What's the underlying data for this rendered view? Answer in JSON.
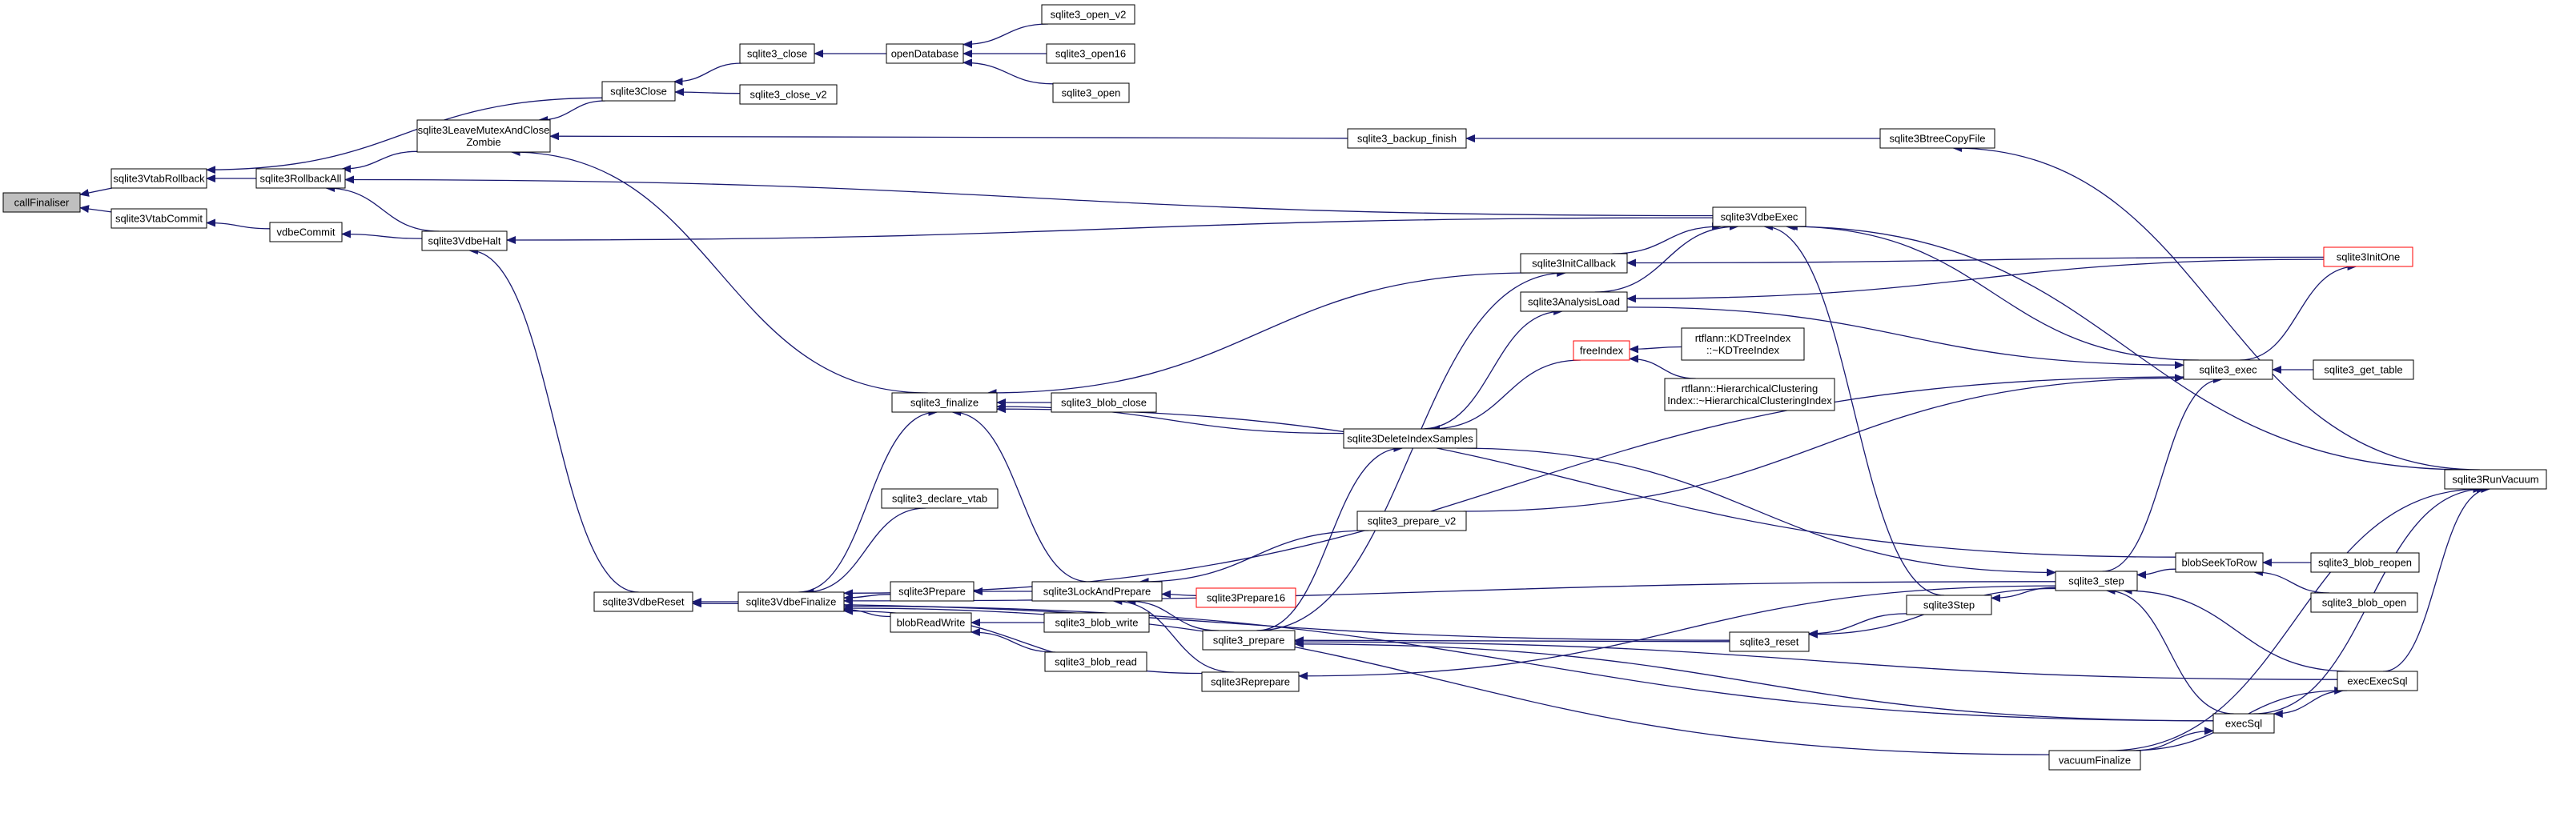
{
  "graph": {
    "colors": {
      "edge": "#191970",
      "node_border": "#000000",
      "node_fill": "#ffffff",
      "root_fill": "#bfbfbf",
      "highlight_border": "#ff0000"
    },
    "nodes": [
      {
        "id": "callFinaliser",
        "lines": [
          "callFinaliser"
        ],
        "style": "root"
      },
      {
        "id": "sqlite3VtabRollback",
        "lines": [
          "sqlite3VtabRollback"
        ]
      },
      {
        "id": "sqlite3VtabCommit",
        "lines": [
          "sqlite3VtabCommit"
        ]
      },
      {
        "id": "sqlite3RollbackAll",
        "lines": [
          "sqlite3RollbackAll"
        ]
      },
      {
        "id": "vdbeCommit",
        "lines": [
          "vdbeCommit"
        ]
      },
      {
        "id": "sqlite3Close",
        "lines": [
          "sqlite3Close"
        ]
      },
      {
        "id": "sqlite3LeaveMutexAndCloseZombie",
        "lines": [
          "sqlite3LeaveMutexAndClose",
          "Zombie"
        ]
      },
      {
        "id": "sqlite3VdbeHalt",
        "lines": [
          "sqlite3VdbeHalt"
        ]
      },
      {
        "id": "sqlite3_close",
        "lines": [
          "sqlite3_close"
        ]
      },
      {
        "id": "sqlite3_close_v2",
        "lines": [
          "sqlite3_close_v2"
        ]
      },
      {
        "id": "openDatabase",
        "lines": [
          "openDatabase"
        ]
      },
      {
        "id": "sqlite3_open_v2",
        "lines": [
          "sqlite3_open_v2"
        ]
      },
      {
        "id": "sqlite3_open16",
        "lines": [
          "sqlite3_open16"
        ]
      },
      {
        "id": "sqlite3_open",
        "lines": [
          "sqlite3_open"
        ]
      },
      {
        "id": "sqlite3_backup_finish",
        "lines": [
          "sqlite3_backup_finish"
        ]
      },
      {
        "id": "sqlite3BtreeCopyFile",
        "lines": [
          "sqlite3BtreeCopyFile"
        ]
      },
      {
        "id": "sqlite3VdbeExec",
        "lines": [
          "sqlite3VdbeExec"
        ]
      },
      {
        "id": "sqlite3InitCallback",
        "lines": [
          "sqlite3InitCallback"
        ]
      },
      {
        "id": "sqlite3AnalysisLoad",
        "lines": [
          "sqlite3AnalysisLoad"
        ]
      },
      {
        "id": "sqlite3InitOne",
        "lines": [
          "sqlite3InitOne"
        ],
        "style": "red"
      },
      {
        "id": "freeIndex",
        "lines": [
          "freeIndex"
        ],
        "style": "red"
      },
      {
        "id": "KDTreeIndex",
        "lines": [
          "rtflann::KDTreeIndex",
          "::~KDTreeIndex"
        ]
      },
      {
        "id": "HierClustIndex",
        "lines": [
          "rtflann::HierarchicalClustering",
          "Index::~HierarchicalClusteringIndex"
        ]
      },
      {
        "id": "sqlite3_exec",
        "lines": [
          "sqlite3_exec"
        ]
      },
      {
        "id": "sqlite3_get_table",
        "lines": [
          "sqlite3_get_table"
        ]
      },
      {
        "id": "sqlite3RunVacuum",
        "lines": [
          "sqlite3RunVacuum"
        ]
      },
      {
        "id": "sqlite3_finalize",
        "lines": [
          "sqlite3_finalize"
        ]
      },
      {
        "id": "sqlite3_blob_close",
        "lines": [
          "sqlite3_blob_close"
        ]
      },
      {
        "id": "sqlite3DeleteIndexSamples",
        "lines": [
          "sqlite3DeleteIndexSamples"
        ]
      },
      {
        "id": "sqlite3_declare_vtab",
        "lines": [
          "sqlite3_declare_vtab"
        ]
      },
      {
        "id": "sqlite3_prepare_v2",
        "lines": [
          "sqlite3_prepare_v2"
        ]
      },
      {
        "id": "sqlite3VdbeReset",
        "lines": [
          "sqlite3VdbeReset"
        ]
      },
      {
        "id": "sqlite3VdbeFinalize",
        "lines": [
          "sqlite3VdbeFinalize"
        ]
      },
      {
        "id": "sqlite3Prepare",
        "lines": [
          "sqlite3Prepare"
        ]
      },
      {
        "id": "sqlite3LockAndPrepare",
        "lines": [
          "sqlite3LockAndPrepare"
        ]
      },
      {
        "id": "sqlite3Prepare16",
        "lines": [
          "sqlite3Prepare16"
        ],
        "style": "red"
      },
      {
        "id": "blobReadWrite",
        "lines": [
          "blobReadWrite"
        ]
      },
      {
        "id": "sqlite3_blob_write",
        "lines": [
          "sqlite3_blob_write"
        ]
      },
      {
        "id": "sqlite3_blob_read",
        "lines": [
          "sqlite3_blob_read"
        ]
      },
      {
        "id": "sqlite3_prepare",
        "lines": [
          "sqlite3_prepare"
        ]
      },
      {
        "id": "sqlite3Reprepare",
        "lines": [
          "sqlite3Reprepare"
        ]
      },
      {
        "id": "sqlite3_reset",
        "lines": [
          "sqlite3_reset"
        ]
      },
      {
        "id": "sqlite3Step",
        "lines": [
          "sqlite3Step"
        ]
      },
      {
        "id": "sqlite3_step",
        "lines": [
          "sqlite3_step"
        ]
      },
      {
        "id": "blobSeekToRow",
        "lines": [
          "blobSeekToRow"
        ]
      },
      {
        "id": "sqlite3_blob_reopen",
        "lines": [
          "sqlite3_blob_reopen"
        ]
      },
      {
        "id": "sqlite3_blob_open",
        "lines": [
          "sqlite3_blob_open"
        ]
      },
      {
        "id": "execExecSql",
        "lines": [
          "execExecSql"
        ]
      },
      {
        "id": "execSql",
        "lines": [
          "execSql"
        ]
      },
      {
        "id": "vacuumFinalize",
        "lines": [
          "vacuumFinalize"
        ]
      }
    ],
    "edges": [
      [
        "sqlite3VtabRollback",
        "callFinaliser"
      ],
      [
        "sqlite3VtabCommit",
        "callFinaliser"
      ],
      [
        "sqlite3RollbackAll",
        "sqlite3VtabRollback"
      ],
      [
        "vdbeCommit",
        "sqlite3VtabCommit"
      ],
      [
        "sqlite3Close",
        "sqlite3VtabRollback"
      ],
      [
        "sqlite3LeaveMutexAndCloseZombie",
        "sqlite3RollbackAll"
      ],
      [
        "sqlite3VdbeHalt",
        "sqlite3RollbackAll"
      ],
      [
        "sqlite3VdbeExec",
        "sqlite3RollbackAll"
      ],
      [
        "sqlite3VdbeHalt",
        "vdbeCommit"
      ],
      [
        "sqlite3_close",
        "sqlite3Close"
      ],
      [
        "sqlite3_close_v2",
        "sqlite3Close"
      ],
      [
        "sqlite3Close",
        "sqlite3LeaveMutexAndCloseZombie"
      ],
      [
        "openDatabase",
        "sqlite3_close"
      ],
      [
        "sqlite3_open_v2",
        "openDatabase"
      ],
      [
        "sqlite3_open16",
        "openDatabase"
      ],
      [
        "sqlite3_open",
        "openDatabase"
      ],
      [
        "sqlite3_backup_finish",
        "sqlite3LeaveMutexAndCloseZombie"
      ],
      [
        "sqlite3BtreeCopyFile",
        "sqlite3_backup_finish"
      ],
      [
        "sqlite3RunVacuum",
        "sqlite3BtreeCopyFile"
      ],
      [
        "sqlite3VdbeExec",
        "sqlite3VdbeHalt"
      ],
      [
        "sqlite3VdbeReset",
        "sqlite3VdbeHalt"
      ],
      [
        "sqlite3_finalize",
        "sqlite3LeaveMutexAndCloseZombie"
      ],
      [
        "sqlite3InitCallback",
        "sqlite3VdbeExec"
      ],
      [
        "sqlite3AnalysisLoad",
        "sqlite3VdbeExec"
      ],
      [
        "sqlite3Step",
        "sqlite3VdbeExec"
      ],
      [
        "sqlite3_exec",
        "sqlite3VdbeExec"
      ],
      [
        "sqlite3InitOne",
        "sqlite3InitCallback"
      ],
      [
        "sqlite3InitOne",
        "sqlite3AnalysisLoad"
      ],
      [
        "sqlite3RunVacuum",
        "sqlite3VdbeExec"
      ],
      [
        "sqlite3_exec",
        "sqlite3InitOne"
      ],
      [
        "sqlite3DeleteIndexSamples",
        "sqlite3AnalysisLoad"
      ],
      [
        "freeIndex",
        "sqlite3DeleteIndexSamples"
      ],
      [
        "KDTreeIndex",
        "freeIndex"
      ],
      [
        "HierClustIndex",
        "freeIndex"
      ],
      [
        "sqlite3AnalysisLoad",
        "sqlite3_exec"
      ],
      [
        "sqlite3_get_table",
        "sqlite3_exec"
      ],
      [
        "sqlite3_exec",
        "sqlite3VdbeFinalize"
      ],
      [
        "sqlite3_prepare_v2",
        "sqlite3_exec"
      ],
      [
        "execExecSql",
        "sqlite3RunVacuum"
      ],
      [
        "execSql",
        "sqlite3RunVacuum"
      ],
      [
        "vacuumFinalize",
        "sqlite3RunVacuum"
      ],
      [
        "sqlite3_blob_close",
        "sqlite3_finalize"
      ],
      [
        "sqlite3DeleteIndexSamples",
        "sqlite3_finalize"
      ],
      [
        "sqlite3InitCallback",
        "sqlite3_finalize"
      ],
      [
        "sqlite3VdbeFinalize",
        "sqlite3_finalize"
      ],
      [
        "sqlite3LockAndPrepare",
        "sqlite3_finalize"
      ],
      [
        "blobSeekToRow",
        "sqlite3_finalize"
      ],
      [
        "sqlite3_declare_vtab",
        "sqlite3VdbeFinalize"
      ],
      [
        "sqlite3DeleteIndexSamples",
        "sqlite3_step"
      ],
      [
        "sqlite3_prepare",
        "sqlite3DeleteIndexSamples"
      ],
      [
        "sqlite3_prepare",
        "sqlite3InitCallback"
      ],
      [
        "sqlite3_prepare_v2",
        "sqlite3LockAndPrepare"
      ],
      [
        "sqlite3VdbeFinalize",
        "sqlite3VdbeReset"
      ],
      [
        "sqlite3_reset",
        "sqlite3VdbeReset"
      ],
      [
        "sqlite3Prepare",
        "sqlite3VdbeFinalize"
      ],
      [
        "blobReadWrite",
        "sqlite3VdbeFinalize"
      ],
      [
        "sqlite3Reprepare",
        "sqlite3VdbeFinalize"
      ],
      [
        "sqlite3_step",
        "sqlite3VdbeFinalize"
      ],
      [
        "execSql",
        "sqlite3VdbeFinalize"
      ],
      [
        "vacuumFinalize",
        "sqlite3VdbeFinalize"
      ],
      [
        "sqlite3LockAndPrepare",
        "sqlite3Prepare"
      ],
      [
        "sqlite3Prepare16",
        "sqlite3LockAndPrepare"
      ],
      [
        "sqlite3_prepare",
        "sqlite3LockAndPrepare"
      ],
      [
        "sqlite3Reprepare",
        "sqlite3LockAndPrepare"
      ],
      [
        "sqlite3_blob_write",
        "blobReadWrite"
      ],
      [
        "sqlite3_blob_read",
        "blobReadWrite"
      ],
      [
        "sqlite3_step",
        "sqlite3Reprepare"
      ],
      [
        "sqlite3_reset",
        "sqlite3_prepare"
      ],
      [
        "execSql",
        "sqlite3_prepare"
      ],
      [
        "execExecSql",
        "sqlite3_prepare"
      ],
      [
        "sqlite3Step",
        "sqlite3_reset"
      ],
      [
        "sqlite3_step",
        "sqlite3_reset"
      ],
      [
        "sqlite3_step",
        "sqlite3Step"
      ],
      [
        "blobSeekToRow",
        "sqlite3_step"
      ],
      [
        "execSql",
        "sqlite3_step"
      ],
      [
        "execExecSql",
        "sqlite3_step"
      ],
      [
        "sqlite3_step",
        "sqlite3_exec"
      ],
      [
        "sqlite3_blob_reopen",
        "blobSeekToRow"
      ],
      [
        "sqlite3_blob_open",
        "blobSeekToRow"
      ],
      [
        "execExecSql",
        "execSql"
      ],
      [
        "vacuumFinalize",
        "execSql"
      ],
      [
        "vacuumFinalize",
        "execExecSql"
      ]
    ]
  }
}
